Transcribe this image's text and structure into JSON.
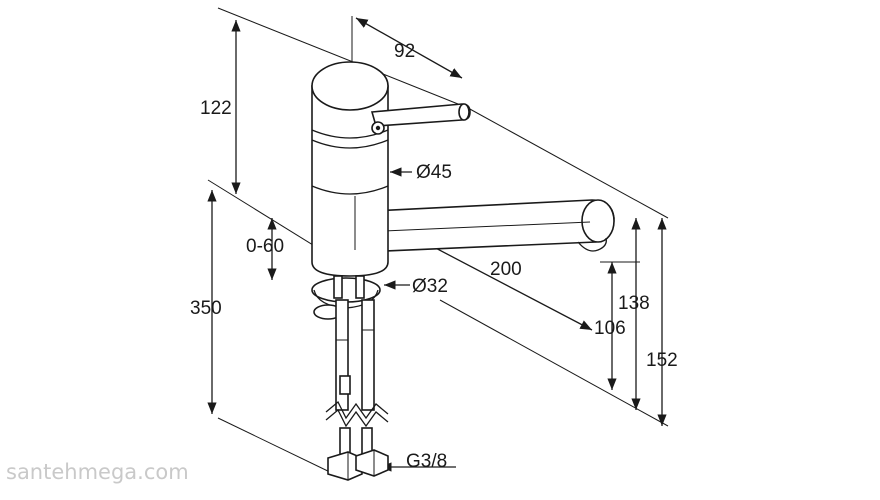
{
  "dimensions": {
    "spout_reach_lever": "92",
    "height_top": "122",
    "body_diameter": "Ø45",
    "deck_thickness": "0-60",
    "spout_reach": "200",
    "base_diameter": "Ø32",
    "total_length": "350",
    "height_138": "138",
    "height_106": "106",
    "height_152": "152",
    "connection": "G3/8"
  },
  "watermark": "santehmega.com"
}
